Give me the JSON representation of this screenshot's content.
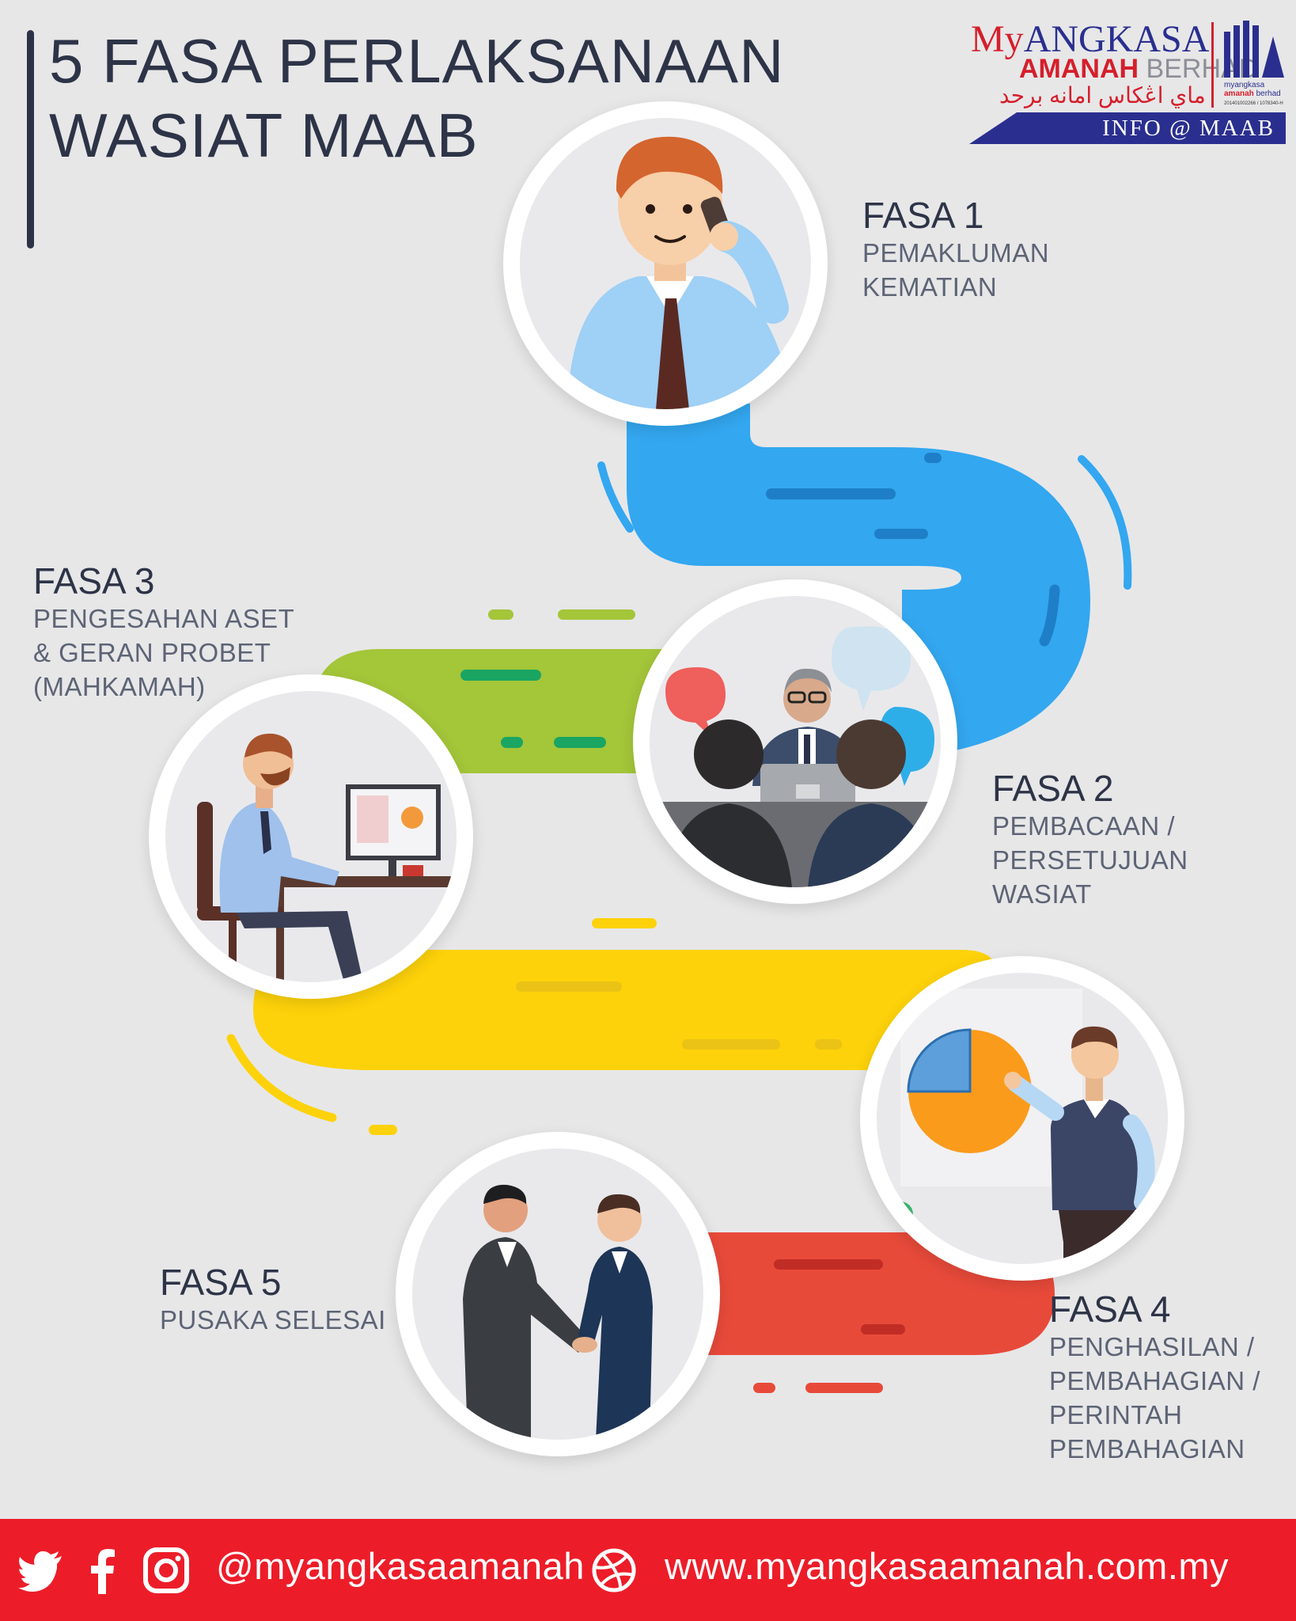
{
  "title": {
    "line1": "5 FASA PERLAKSANAAN",
    "line2": "WASIAT MAAB"
  },
  "logo": {
    "my": "My",
    "angkasa": "ANGKASA",
    "amanah": "AMANAH",
    "berhad": "BERHAD",
    "jawi": "ماي اڠكاس امانه برحد",
    "emblem_text_1": "myangkasa",
    "emblem_text_2": "amanah",
    "emblem_text_3": "berhad",
    "reg_no": "201401002266 / 1078340-H",
    "ribbon": "INFO @ MAAB"
  },
  "phases": [
    {
      "label": "FASA 1",
      "desc": [
        "PEMAKLUMAN",
        "KEMATIAN"
      ],
      "color": "#2ea0ee",
      "icon": "man-on-phone-illustration"
    },
    {
      "label": "FASA 2",
      "desc": [
        "PEMBACAAN /",
        "PERSETUJUAN",
        "WASIAT"
      ],
      "color": "#2ea0ee",
      "icon": "meeting-illustration"
    },
    {
      "label": "FASA 3",
      "desc": [
        "PENGESAHAN ASET",
        "& GERAN PROBET",
        "(MAHKAMAH)"
      ],
      "color": "#a4c639",
      "icon": "man-at-desk-illustration"
    },
    {
      "label": "FASA 4",
      "desc": [
        "PENGHASILAN /",
        "PEMBAHAGIAN /",
        "PERINTAH",
        "PEMBAHAGIAN"
      ],
      "color": "#e84a3a",
      "icon": "presenter-pie-chart-illustration"
    },
    {
      "label": "FASA 5",
      "desc": [
        "PUSAKA SELESAI"
      ],
      "color": "#e84a3a",
      "icon": "handshake-illustration"
    }
  ],
  "colors": {
    "blue": "#2ea0ee",
    "green": "#a4c639",
    "yellow": "#fdd20a",
    "red": "#e84a3a",
    "footer": "#ec1d29",
    "navy": "#2e3447"
  },
  "footer": {
    "icons": [
      "twitter-icon",
      "facebook-icon",
      "instagram-icon",
      "dribbble-icon"
    ],
    "handle": "@myangkasaamanah",
    "url": "www.myangkasaamanah.com.my"
  }
}
